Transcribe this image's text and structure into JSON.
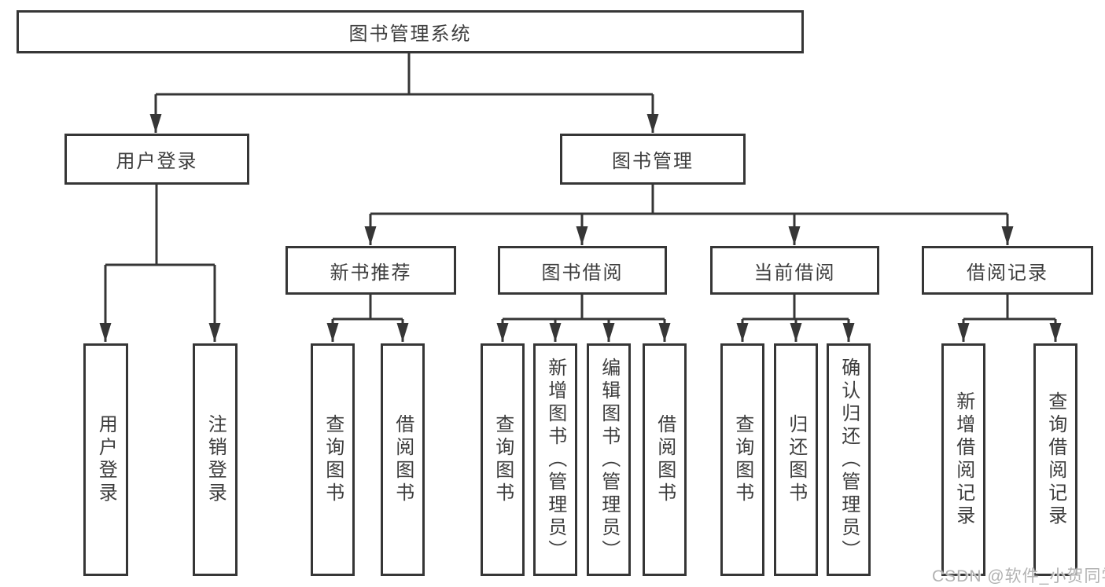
{
  "diagram_title": "图书管理系统",
  "colors": {
    "line": "#363636",
    "box_border": "#363636",
    "text": "#3d3d3d",
    "background": "#ffffff",
    "watermark": "#b2b2b2"
  },
  "tree": {
    "label": "图书管理系统",
    "children": [
      {
        "label": "用户登录",
        "children": [
          {
            "label": "用户登录"
          },
          {
            "label": "注销登录"
          }
        ]
      },
      {
        "label": "图书管理",
        "children": [
          {
            "label": "新书推荐",
            "children": [
              {
                "label": "查询图书"
              },
              {
                "label": "借阅图书"
              }
            ]
          },
          {
            "label": "图书借阅",
            "children": [
              {
                "label": "查询图书"
              },
              {
                "label": "新增图书（管理员）"
              },
              {
                "label": "编辑图书（管理员）"
              },
              {
                "label": "借阅图书"
              }
            ]
          },
          {
            "label": "当前借阅",
            "children": [
              {
                "label": "查询图书"
              },
              {
                "label": "归还图书"
              },
              {
                "label": "确认归还（管理员）"
              }
            ]
          },
          {
            "label": "借阅记录",
            "children": [
              {
                "label": "新增借阅记录"
              },
              {
                "label": "查询借阅记录"
              }
            ]
          }
        ]
      }
    ]
  },
  "watermark": {
    "text": "CSDN @软件_小贺同学"
  }
}
